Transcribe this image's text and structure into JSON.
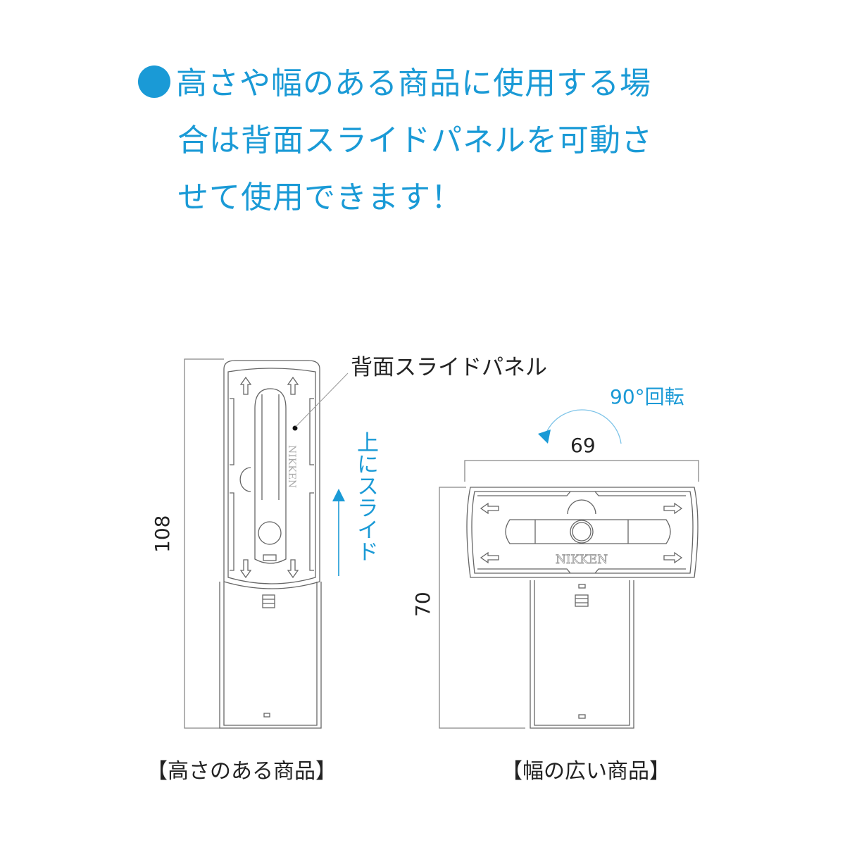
{
  "headline": {
    "bullet": "●",
    "lines": [
      "高さや幅のある商品に使用する場",
      "合は背面スライドパネルを可動さ",
      "せて使用できます！"
    ],
    "color": "#1a9ad6"
  },
  "diagram": {
    "callout_label": "背面スライドパネル",
    "slide_label": "上にスライド",
    "rotate_label": "90°回転",
    "brand_mark": "NIKKEN",
    "dimensions": {
      "tall_height": "108",
      "wide_width": "69",
      "wide_height": "70"
    },
    "captions": {
      "tall": "【高さのある商品】",
      "wide": "【幅の広い商品】"
    },
    "accent_color": "#1a9ad6",
    "line_color": "#555555"
  }
}
